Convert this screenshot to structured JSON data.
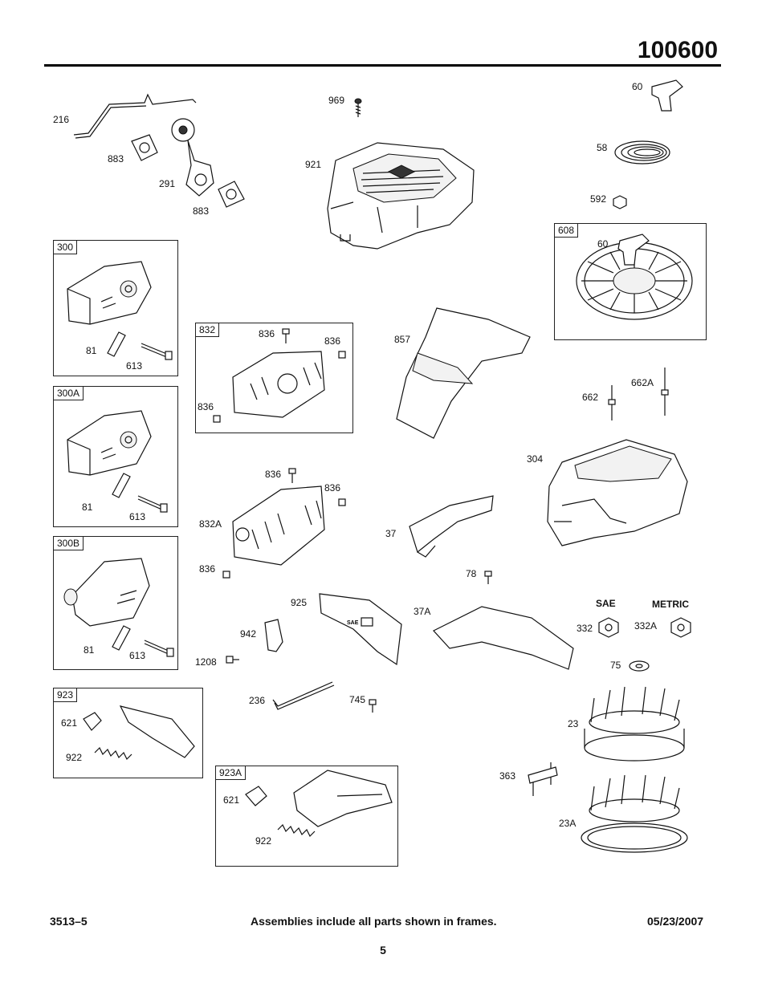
{
  "header": {
    "doc_number": "100600"
  },
  "footer": {
    "left": "3513–5",
    "center": "Assemblies include all parts shown in frames.",
    "right": "05/23/2007",
    "page": "5"
  },
  "frames": [
    {
      "id": "300",
      "label": "300"
    },
    {
      "id": "300A",
      "label": "300A"
    },
    {
      "id": "300B",
      "label": "300B"
    },
    {
      "id": "923",
      "label": "923"
    },
    {
      "id": "923A",
      "label": "923A"
    },
    {
      "id": "832",
      "label": "832"
    },
    {
      "id": "608",
      "label": "608"
    }
  ],
  "parts": {
    "p216": "216",
    "p883a": "883",
    "p291": "291",
    "p883b": "883",
    "p969": "969",
    "p921": "921",
    "p60a": "60",
    "p58": "58",
    "p592": "592",
    "p60b": "60",
    "p81a": "81",
    "p613a": "613",
    "p81b": "81",
    "p613b": "613",
    "p81c": "81",
    "p613c": "613",
    "p836a": "836",
    "p836b": "836",
    "p836c": "836",
    "p857": "857",
    "p662": "662",
    "p662A": "662A",
    "p304": "304",
    "p836d": "836",
    "p836e": "836",
    "p832A": "832A",
    "p836f": "836",
    "p37": "37",
    "p78": "78",
    "p925": "925",
    "p942": "942",
    "p1208": "1208",
    "p37A": "37A",
    "p332": "332",
    "p332A": "332A",
    "p75": "75",
    "p236": "236",
    "p745": "745",
    "p621a": "621",
    "p922a": "922",
    "p621b": "621",
    "p922b": "922",
    "p23": "23",
    "p363": "363",
    "p23A": "23A"
  },
  "notes": {
    "sae": "SAE",
    "metric": "METRIC",
    "sae_stamp": "SAE"
  },
  "icons": [
    "muffler-icon",
    "fan-housing-icon",
    "flywheel-icon",
    "spring-icon",
    "bolt-icon",
    "nut-icon",
    "gasket-icon"
  ]
}
